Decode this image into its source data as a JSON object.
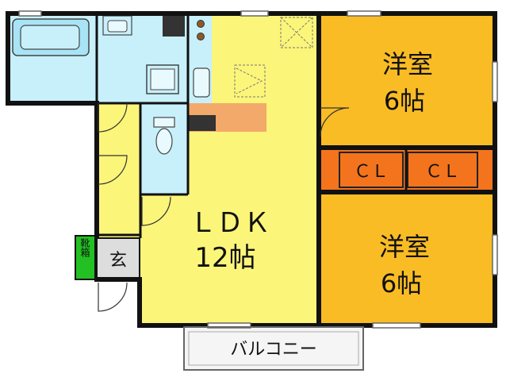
{
  "rooms": {
    "western_1": {
      "name": "洋室",
      "size": "6帖"
    },
    "western_2": {
      "name": "洋室",
      "size": "6帖"
    },
    "ldk": {
      "name": "ＬＤＫ",
      "size": "12帖"
    },
    "closet_1": "ＣＬ",
    "closet_2": "ＣＬ",
    "entrance": "玄",
    "shoe_box": "靴箱",
    "balcony": "バルコニー"
  },
  "colors": {
    "wall": "#111111",
    "western_room": "#f9bc24",
    "ldk": "#fbf57a",
    "wet_area": "#c8f0fb",
    "closet": "#f3741c",
    "counter": "#f3a96a",
    "shoe_box": "#22c022",
    "entrance": "#dddddd",
    "balcony": "#f5f5f5"
  }
}
